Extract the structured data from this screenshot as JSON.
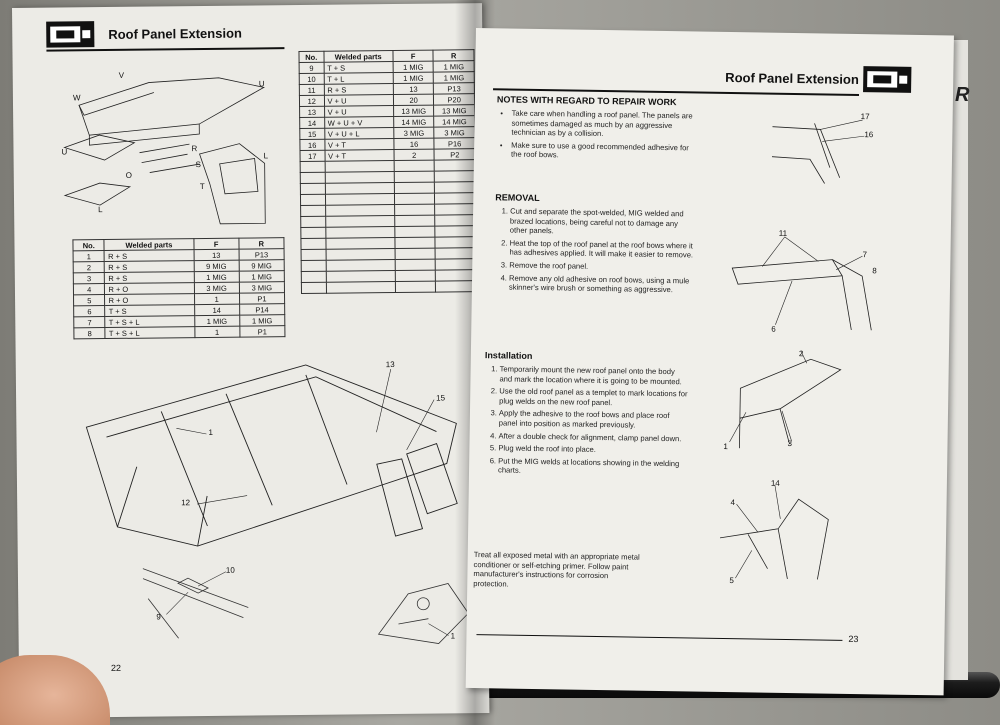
{
  "left_page": {
    "title": "Roof Panel Extension",
    "top_figure_labels": [
      "V",
      "W",
      "U",
      "U",
      "R",
      "O",
      "S",
      "T",
      "L",
      "L"
    ],
    "table_a": {
      "headers": [
        "No.",
        "Welded parts",
        "F",
        "R"
      ],
      "rows": [
        [
          "1",
          "R + S",
          "13",
          "P13"
        ],
        [
          "2",
          "R + S",
          "9 MIG",
          "9 MIG"
        ],
        [
          "3",
          "R + S",
          "1 MIG",
          "1 MIG"
        ],
        [
          "4",
          "R + O",
          "3 MIG",
          "3 MIG"
        ],
        [
          "5",
          "R + O",
          "1",
          "P1"
        ],
        [
          "6",
          "T + S",
          "14",
          "P14"
        ],
        [
          "7",
          "T + S + L",
          "1 MIG",
          "1 MIG"
        ],
        [
          "8",
          "T + S + L",
          "1",
          "P1"
        ]
      ]
    },
    "table_b": {
      "headers": [
        "No.",
        "Welded parts",
        "F",
        "R"
      ],
      "rows": [
        [
          "9",
          "T + S",
          "1 MIG",
          "1 MIG"
        ],
        [
          "10",
          "T + L",
          "1 MIG",
          "1 MIG"
        ],
        [
          "11",
          "R + S",
          "13",
          "P13"
        ],
        [
          "12",
          "V + U",
          "20",
          "P20"
        ],
        [
          "13",
          "V + U",
          "13 MIG",
          "13 MIG"
        ],
        [
          "14",
          "W + U + V",
          "14 MIG",
          "14 MIG"
        ],
        [
          "15",
          "V + U + L",
          "3 MIG",
          "3 MIG"
        ],
        [
          "16",
          "V + T",
          "16",
          "P16"
        ],
        [
          "17",
          "V + T",
          "2",
          "P2"
        ]
      ],
      "empty_rows": 12
    },
    "main_figure_labels": [
      "13",
      "15",
      "1",
      "12"
    ],
    "small_figure_labels": [
      "10",
      "9",
      "1"
    ],
    "page_number": "22"
  },
  "right_page": {
    "title": "Roof Panel Extension",
    "notes_title": "NOTES WITH REGARD TO REPAIR WORK",
    "notes": [
      "Take care when handling a roof panel. The panels are sometimes damaged as much by an aggressive technician as by a collision.",
      "Make sure to use a good recommended adhesive for the roof bows."
    ],
    "removal_title": "REMOVAL",
    "removal_steps": [
      "Cut and separate the spot-welded, MIG welded and brazed locations, being careful not to damage any other panels.",
      "Heat the top of the roof panel at the roof bows where it has adhesives applied. It will make it easier to remove.",
      "Remove the roof panel.",
      "Remove any old adhesive on roof bows, using a mule skinner's wire brush or something as aggressive."
    ],
    "installation_title": "Installation",
    "installation_steps": [
      "Temporarily mount the new roof panel onto the body and mark the location where it is going to be mounted.",
      "Use the old roof panel as a templet to mark locations for plug welds on the new roof panel.",
      "Apply the adhesive to the roof bows and place roof panel into position as marked previously.",
      "After a double check for alignment, clamp panel down.",
      "Plug weld the roof into place.",
      "Put the MIG welds at locations showing in the welding charts."
    ],
    "closing_note": "Treat all exposed metal with an appropriate metal conditioner or self-etching primer. Follow paint manufacturer's instructions for corrosion protection.",
    "figure_labels": {
      "fig1": [
        "17",
        "16"
      ],
      "fig2": [
        "11",
        "7",
        "8",
        "6"
      ],
      "fig3": [
        "2",
        "1",
        "3"
      ],
      "fig4": [
        "14",
        "4",
        "5"
      ]
    },
    "page_number": "23"
  },
  "back_page_tab": "R"
}
